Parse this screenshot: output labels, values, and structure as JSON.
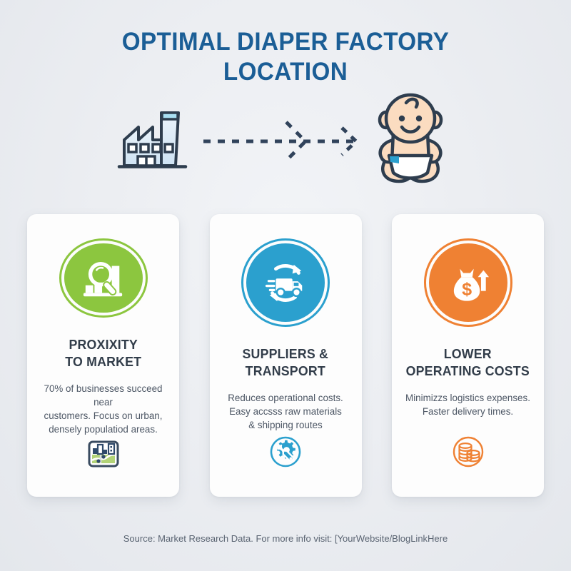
{
  "title": {
    "line1": "OPTIMAL DIAPER FACTORY",
    "line2": "LOCATION",
    "color": "#1b5e96"
  },
  "hero": {
    "factory_label": "factory-illustration",
    "arrow_label": "dashed-arrow",
    "baby_label": "baby-illustration"
  },
  "cards": [
    {
      "heading": "PROXIXITY\nTO MARKET",
      "body": "70% of businesses succeed near\ncustomers. Focus on urban,\ndensely populatiod areas.",
      "accent": "#8cc63f",
      "badge_icon": "magnifier-bar-chart-icon",
      "foot_icon": "city-map-icon"
    },
    {
      "heading": "SUPPLIERS &\nTRANSPORT",
      "body": "Reduces operational costs.\nEasy accsss raw materials\n& shipping routes",
      "accent": "#2ba0ce",
      "badge_icon": "delivery-truck-icon",
      "foot_icon": "wrench-gear-icon"
    },
    {
      "heading": "LOWER\nOPERATING COSTS",
      "body": "Minimizzs logistics expenses.\nFaster delivery times.",
      "accent": "#ef8133",
      "badge_icon": "money-bag-arrow-icon",
      "foot_icon": "coin-stack-icon"
    }
  ],
  "footer": {
    "text": "Source: Market Research Data. For more info visit: [YourWebsite/BlogLinkHere"
  }
}
